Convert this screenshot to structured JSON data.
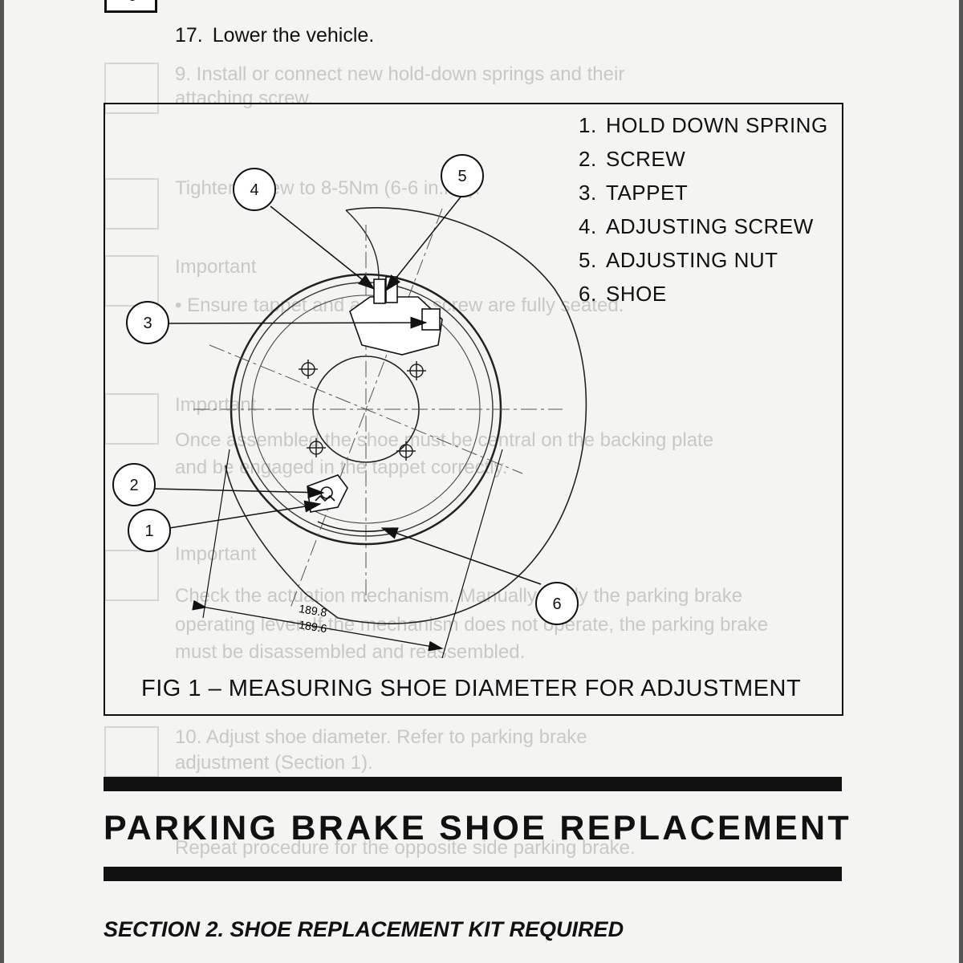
{
  "step": {
    "number": "17.",
    "text": "Lower the vehicle."
  },
  "figure": {
    "legend": [
      {
        "n": "1.",
        "label": "HOLD DOWN SPRING"
      },
      {
        "n": "2.",
        "label": "SCREW"
      },
      {
        "n": "3.",
        "label": "TAPPET"
      },
      {
        "n": "4.",
        "label": "ADJUSTING SCREW"
      },
      {
        "n": "5.",
        "label": "ADJUSTING NUT"
      },
      {
        "n": "6.",
        "label": "SHOE"
      }
    ],
    "callouts": [
      "1",
      "2",
      "3",
      "4",
      "5",
      "6"
    ],
    "dimension_upper": "189.8",
    "dimension_lower": "189.6",
    "caption": "FIG 1 – MEASURING SHOE DIAMETER FOR ADJUSTMENT"
  },
  "ghost_text": {
    "step9": "9.   Install or connect new hold-down springs and their",
    "step9b": "      attaching screw.",
    "torque": "Tighten screw to 8-5Nm (6-6 in.lbs).",
    "important1": "Important",
    "bullet1": "•    Ensure tappet and adjusting screw are fully seated.",
    "important2": "Important",
    "para1": "Once assembled the shoe must be central on the backing plate",
    "para1b": "and be engaged in the tappet correctly.",
    "important3": "Important",
    "para2": "Check the actuation mechanism. Manually apply the parking brake",
    "para2b": "operating lever. If the mechanism does not operate, the parking brake",
    "para2c": "must be disassembled and reassembled.",
    "step10": "10.  Adjust shoe diameter. Refer to parking brake",
    "step10b": "      adjustment (Section 1).",
    "para3": "Repeat procedure for the opposite side parking brake."
  },
  "section_title": "PARKING BRAKE SHOE REPLACEMENT",
  "subsection": "SECTION 2. SHOE REPLACEMENT KIT REQUIRED"
}
